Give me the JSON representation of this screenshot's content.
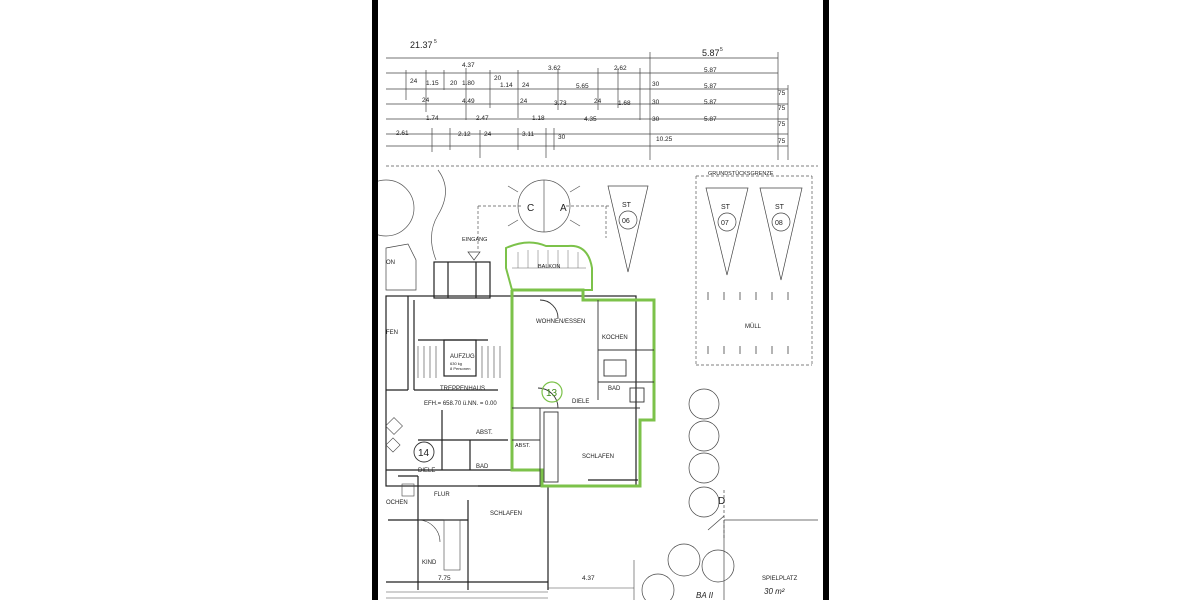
{
  "dimensions": {
    "top_left": "21.37",
    "top_left_sup": "5",
    "top_right": "5.87",
    "top_right_sup": "5",
    "row1": [
      "4.37",
      "3.62",
      "2.62",
      "5.87"
    ],
    "row2": [
      "24",
      "1.15",
      "20",
      "1.80",
      "20",
      "1.14",
      "24",
      "5.65",
      "30",
      "5.87"
    ],
    "row3": [
      "24",
      "4.49",
      "24",
      "3.73",
      "24",
      "1.68",
      "30",
      "5.87",
      "75"
    ],
    "row4": [
      "1.74",
      "2.47",
      "1.18",
      "4.35",
      "30",
      "5.87",
      "75"
    ],
    "row5": [
      "2.61",
      "2.12",
      "24",
      "3.11",
      "30",
      "10.25",
      "75"
    ],
    "right_75": "75",
    "bottom_left": "7.75",
    "bottom_right": "4.37"
  },
  "labels": {
    "grundstuecksgrenze": "GRUNDSTÜCKSGRENZE",
    "eingang": "EINGANG",
    "balkon": "BALKON",
    "wohnen_essen": "WOHNEN/ESSEN",
    "kochen": "KOCHEN",
    "bad": "BAD",
    "diele": "DIELE",
    "schlafen": "SCHLAFEN",
    "abst": "ABST.",
    "treppenhaus": "TREPPENHAUS",
    "aufzug": "AUFZUG",
    "aufzug_sub1": "630 kg",
    "aufzug_sub2": "8 Personen",
    "efh": "EFH.= 658.70 ü.NN. = 0.00",
    "flur": "FLUR",
    "kind": "KIND",
    "muell": "MÜLL",
    "spielplatz": "SPIELPLATZ",
    "spielplatz_area": "30 m²",
    "ba": "BA II",
    "fen": "FEN",
    "kochen_left": "OCHEN",
    "con": "ON"
  },
  "markers": {
    "c": "C",
    "a": "A",
    "d": "D",
    "st06_top": "ST",
    "st06_num": "06",
    "st07_top": "ST",
    "st07_num": "07",
    "st08_top": "ST",
    "st08_num": "08",
    "unit13": "13",
    "unit14": "14"
  },
  "colors": {
    "highlight": "#7cc24a",
    "line": "#333333"
  }
}
